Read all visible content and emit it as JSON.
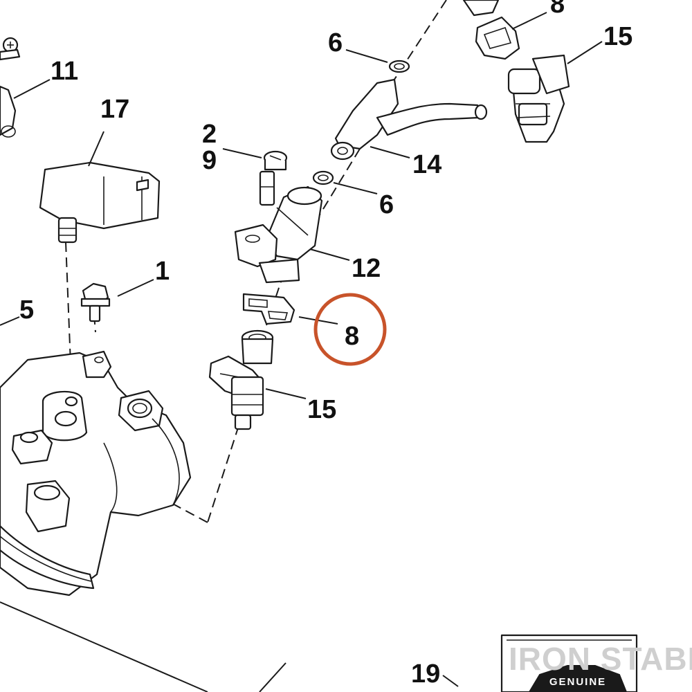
{
  "diagram": {
    "callouts": [
      {
        "id": "c8-top",
        "label": "8"
      },
      {
        "id": "c15-top",
        "label": "15"
      },
      {
        "id": "c6-top",
        "label": "6"
      },
      {
        "id": "c11",
        "label": "11"
      },
      {
        "id": "c17",
        "label": "17"
      },
      {
        "id": "c2",
        "label": "2"
      },
      {
        "id": "c9",
        "label": "9"
      },
      {
        "id": "c14",
        "label": "14"
      },
      {
        "id": "c6-mid",
        "label": "6"
      },
      {
        "id": "c12",
        "label": "12"
      },
      {
        "id": "c1",
        "label": "1"
      },
      {
        "id": "c5",
        "label": "5"
      },
      {
        "id": "c8-mid",
        "label": "8"
      },
      {
        "id": "c15-mid",
        "label": "15"
      },
      {
        "id": "c19",
        "label": "19"
      }
    ],
    "highlight": {
      "target": "c8-mid",
      "color": "#c8532a"
    },
    "watermark": "IRON STABLE",
    "badge_text": "GENUINE"
  }
}
